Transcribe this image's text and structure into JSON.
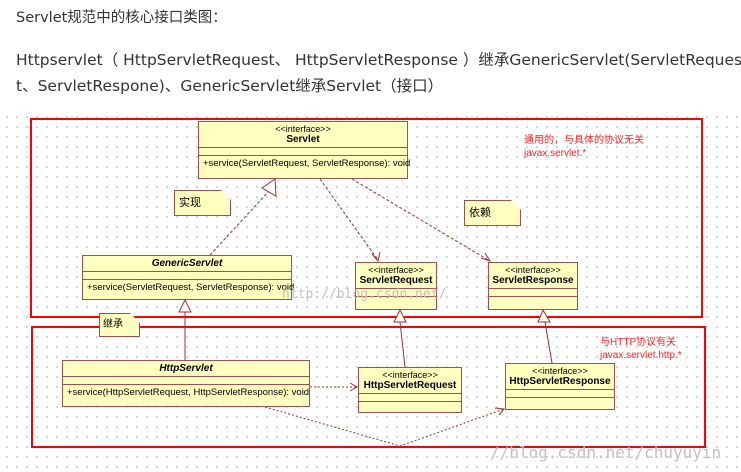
{
  "heading": "Servlet规范中的核心接口类图：",
  "paragraph": {
    "line1": "Httpservlet（ HttpServletRequest、 HttpServletResponse ）继承GenericServlet(ServletReques",
    "line2": "t、ServletRespone)、GenericServlet继承Servlet（接口）"
  },
  "diagram": {
    "stereotype": "<<interface>>",
    "servlet": {
      "name": "Servlet",
      "method": "+service(ServletRequest, ServletResponse): void"
    },
    "generic_servlet": {
      "name": "GenericServlet",
      "method": "+service(ServletRequest, ServletResponse): void"
    },
    "servlet_request": {
      "name": "ServletRequest"
    },
    "servlet_response": {
      "name": "ServletResponse"
    },
    "http_servlet": {
      "name": "HttpServlet",
      "method": "+service(HttpServletRequest, HttpServletResponse): void"
    },
    "http_servlet_request": {
      "name": "HttpServletRequest"
    },
    "http_servlet_response": {
      "name": "HttpServletResponse"
    },
    "notes": {
      "realize": "实现",
      "depend": "依赖",
      "inherit": "继承"
    },
    "generic_region": {
      "line1": "通用的，与具体的协议无关",
      "line2": "javax.servlet.*"
    },
    "http_region": {
      "line1": "与HTTP协议有关",
      "line2": "javax.servlet.http.*"
    },
    "colors": {
      "region_border": "#ff0000",
      "class_fill": "#ffffc0",
      "class_border": "#a05050"
    }
  },
  "watermarks": {
    "center": "http://blog.csdn.net/",
    "corner": "//blog.csdn.net/chuyuyin"
  }
}
